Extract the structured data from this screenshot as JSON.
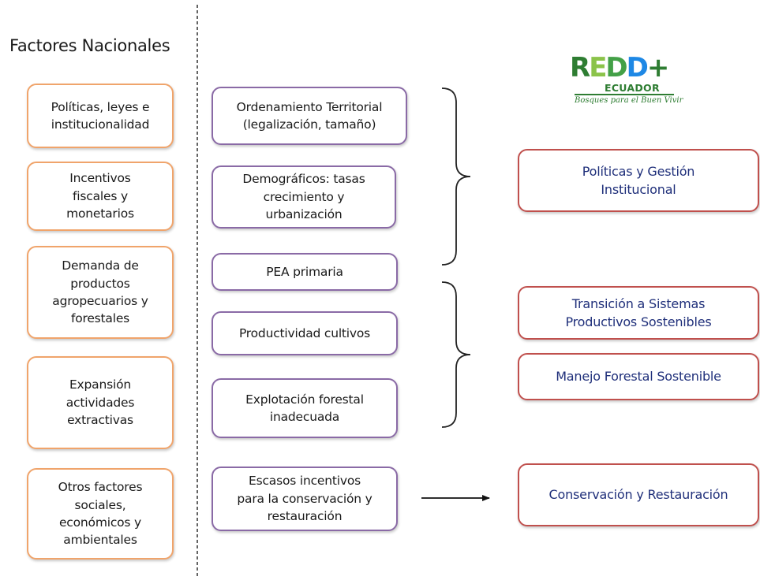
{
  "heading": "Factores Nacionales",
  "national_factors": [
    "Políticas, leyes e\ninstitucionalidad",
    "Incentivos\nfiscales y\nmonetarios",
    "Demanda de\nproductos\nagropecuarios y\nforestales",
    "Expansión\nactividades\nextractivas",
    "Otros factores\nsociales,\neconómicos y\nambientales"
  ],
  "drivers": [
    "Ordenamiento Territorial\n(legalización, tamaño)",
    "Demográficos: tasas\ncrecimiento y\nurbanización",
    "PEA primaria",
    "Productividad cultivos",
    "Explotación forestal\ninadecuada",
    "Escasos incentivos\npara la conservación y\nrestauración"
  ],
  "strategies": [
    "Políticas y Gestión\nInstitucional",
    "Transición a Sistemas\nProductivos Sostenibles",
    "Manejo Forestal Sostenible",
    "Conservación y Restauración"
  ],
  "logo": {
    "wordmark": "REDD+",
    "country": "ECUADOR",
    "tagline": "Bosques para el Buen Vivir"
  },
  "colors": {
    "national_border": "#f0a46b",
    "driver_border": "#8a6aa6",
    "strategy_border": "#c0504d",
    "strategy_text": "#1f2f7a"
  }
}
